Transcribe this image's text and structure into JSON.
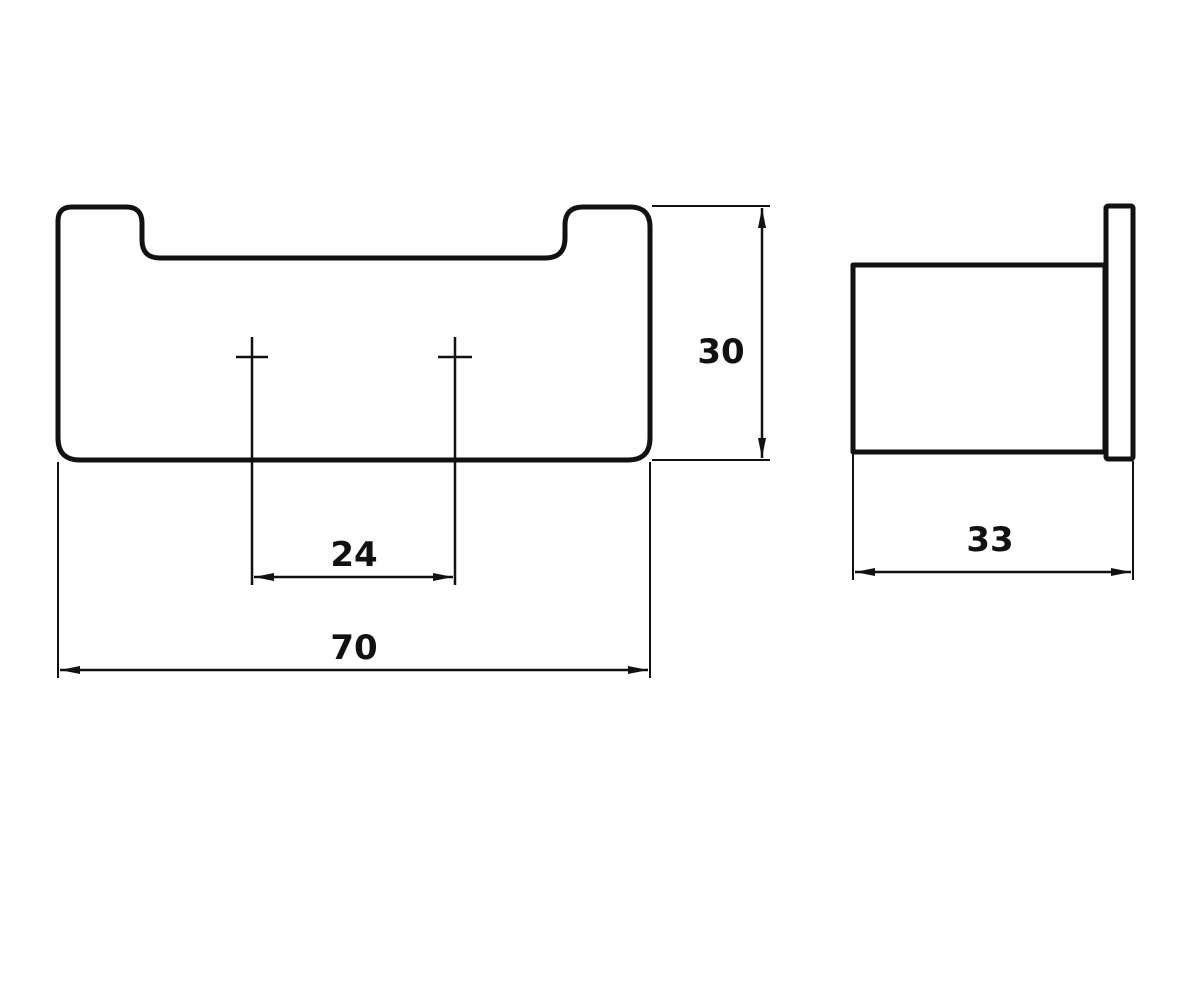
{
  "dimensions": {
    "overall_width": "70",
    "height": "30",
    "hole_spacing": "24",
    "depth": "33"
  },
  "colors": {
    "line": "#111111",
    "background": "#ffffff"
  }
}
